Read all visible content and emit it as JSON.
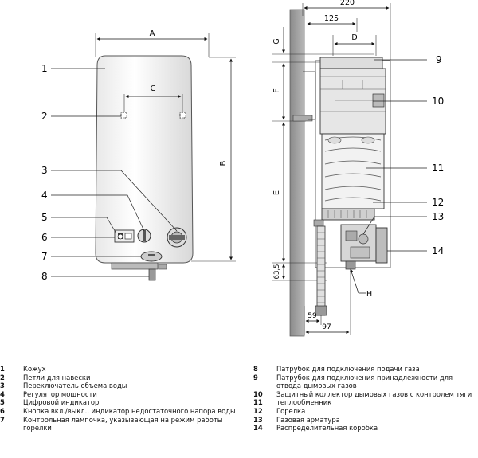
{
  "callouts": [
    "1",
    "2",
    "3",
    "4",
    "5",
    "6",
    "7",
    "8",
    "9",
    "10",
    "11",
    "12",
    "13",
    "14"
  ],
  "dimensions": {
    "A": "A",
    "B": "B",
    "C": "C",
    "D": "D",
    "E": "E",
    "F": "F",
    "G": "G",
    "H": "H",
    "w220": "220",
    "w125": "125",
    "w59": "59",
    "w97": "97",
    "h63": "63,5"
  },
  "legend": [
    {
      "num": "1",
      "text": "Кожух"
    },
    {
      "num": "2",
      "text": "Петли для навески"
    },
    {
      "num": "3",
      "text": "Переключатель объема воды"
    },
    {
      "num": "4",
      "text": "Регулятор мощности"
    },
    {
      "num": "5",
      "text": "Цифровой индикатор"
    },
    {
      "num": "6",
      "text": "Кнопка вкл./выкл., индикатор недостаточного напора воды"
    },
    {
      "num": "7",
      "text": "Контрольная лампочка, указывающая на режим работы горелки"
    },
    {
      "num": "8",
      "text": "Патрубок для подключения подачи газа"
    },
    {
      "num": "9",
      "text": "Патрубок для подключения принадлежности для отвода дымовых газов"
    },
    {
      "num": "10",
      "text": "Защитный коллектор дымовых газов с контролем тяги"
    },
    {
      "num": "11",
      "text": "теплообменник"
    },
    {
      "num": "12",
      "text": "Горелка"
    },
    {
      "num": "13",
      "text": "Газовая арматура"
    },
    {
      "num": "14",
      "text": "Распределительная коробка"
    }
  ]
}
